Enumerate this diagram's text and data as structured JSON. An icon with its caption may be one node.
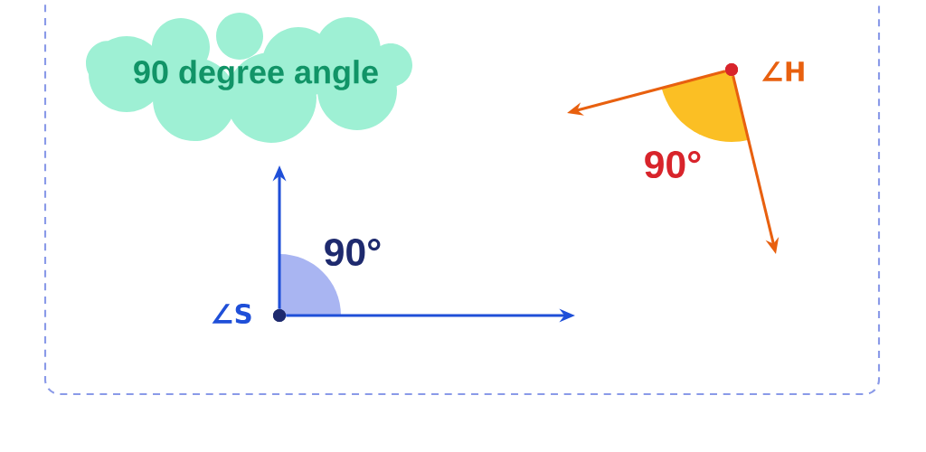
{
  "diagram": {
    "nodes": [
      {
        "text": [
          "90 degree angle"
        ]
      },
      {
        "text": [],
        "shape": "circle",
        "beside": [
          "∠S"
        ]
      },
      {
        "text": [],
        "shape": "circle",
        "beside": [
          "∠H"
        ]
      }
    ],
    "edges": [
      {
        "from": 1,
        "to": null,
        "arrow": "to",
        "color": "#1f4fd8"
      },
      {
        "from": 1,
        "to": null,
        "arrow": "to",
        "color": "#1f4fd8"
      },
      {
        "from": 2,
        "to": null,
        "arrow": "to",
        "color": "#e8600f"
      },
      {
        "from": 2,
        "to": null,
        "arrow": "to",
        "color": "#e8600f"
      }
    ],
    "labels": [
      "90°",
      "90°"
    ]
  }
}
